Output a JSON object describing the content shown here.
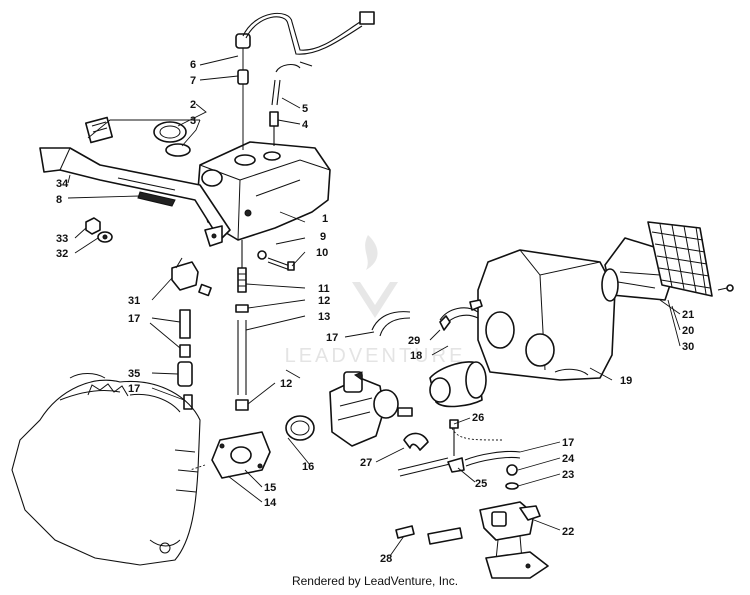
{
  "callouts": [
    {
      "id": "c1",
      "label": "1"
    },
    {
      "id": "c2",
      "label": "2"
    },
    {
      "id": "c3",
      "label": "3"
    },
    {
      "id": "c4",
      "label": "4"
    },
    {
      "id": "c5",
      "label": "5"
    },
    {
      "id": "c6",
      "label": "6"
    },
    {
      "id": "c7",
      "label": "7"
    },
    {
      "id": "c8",
      "label": "8"
    },
    {
      "id": "c9",
      "label": "9"
    },
    {
      "id": "c10",
      "label": "10"
    },
    {
      "id": "c11",
      "label": "11"
    },
    {
      "id": "c12a",
      "label": "12"
    },
    {
      "id": "c12b",
      "label": "12"
    },
    {
      "id": "c13",
      "label": "13"
    },
    {
      "id": "c14",
      "label": "14"
    },
    {
      "id": "c15",
      "label": "15"
    },
    {
      "id": "c16",
      "label": "16"
    },
    {
      "id": "c17a",
      "label": "17"
    },
    {
      "id": "c17b",
      "label": "17"
    },
    {
      "id": "c17c",
      "label": "17"
    },
    {
      "id": "c17d",
      "label": "17"
    },
    {
      "id": "c18",
      "label": "18"
    },
    {
      "id": "c19",
      "label": "19"
    },
    {
      "id": "c20",
      "label": "20"
    },
    {
      "id": "c21",
      "label": "21"
    },
    {
      "id": "c22",
      "label": "22"
    },
    {
      "id": "c23",
      "label": "23"
    },
    {
      "id": "c24",
      "label": "24"
    },
    {
      "id": "c25",
      "label": "25"
    },
    {
      "id": "c26",
      "label": "26"
    },
    {
      "id": "c27",
      "label": "27"
    },
    {
      "id": "c28",
      "label": "28"
    },
    {
      "id": "c29",
      "label": "29"
    },
    {
      "id": "c30",
      "label": "30"
    },
    {
      "id": "c31",
      "label": "31"
    },
    {
      "id": "c32",
      "label": "32"
    },
    {
      "id": "c33",
      "label": "33"
    },
    {
      "id": "c34",
      "label": "34"
    },
    {
      "id": "c35",
      "label": "35"
    }
  ],
  "watermark": {
    "text": "LEADVENTURE",
    "color": "#c9c9c9"
  },
  "footer": {
    "text": "Rendered by LeadVenture, Inc."
  }
}
